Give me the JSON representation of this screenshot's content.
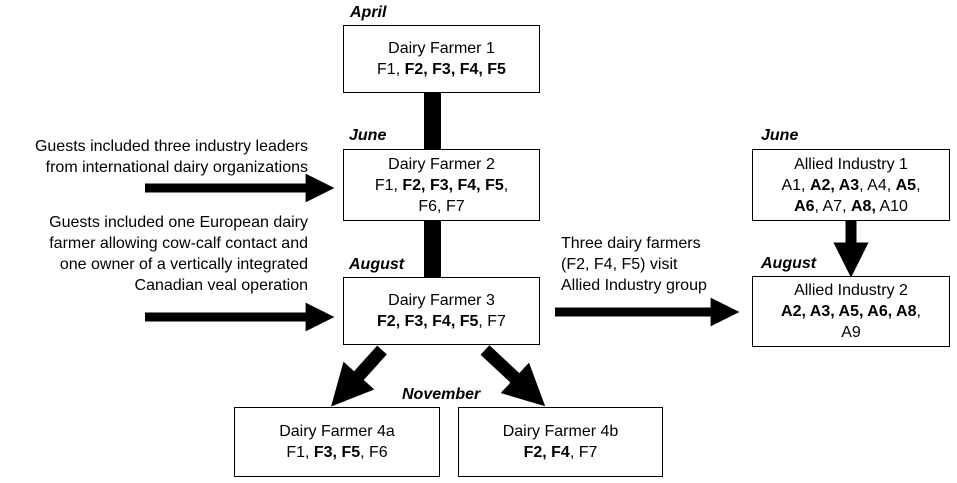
{
  "months": {
    "april": "April",
    "june_left": "June",
    "august_left": "August",
    "november": "November",
    "june_right": "June",
    "august_right": "August"
  },
  "boxes": {
    "df1": {
      "title": "Dairy Farmer 1",
      "lines": [
        [
          [
            "F1, ",
            false
          ],
          [
            "F2, F3, F4, F5",
            true
          ]
        ]
      ]
    },
    "df2": {
      "title": "Dairy Farmer 2",
      "lines": [
        [
          [
            "F1, ",
            false
          ],
          [
            "F2, F3, F4, F5",
            true
          ],
          [
            ",",
            false
          ]
        ],
        [
          [
            "F6, F7",
            false
          ]
        ]
      ]
    },
    "df3": {
      "title": "Dairy Farmer 3",
      "lines": [
        [
          [
            "F2, F3, F4, F5",
            true
          ],
          [
            ", F7",
            false
          ]
        ]
      ]
    },
    "df4a": {
      "title": "Dairy Farmer 4a",
      "lines": [
        [
          [
            "F1, ",
            false
          ],
          [
            "F3, F5",
            true
          ],
          [
            ", F6",
            false
          ]
        ]
      ]
    },
    "df4b": {
      "title": "Dairy Farmer 4b",
      "lines": [
        [
          [
            "F2, F4",
            true
          ],
          [
            ", F7",
            false
          ]
        ]
      ]
    },
    "ai1": {
      "title": "Allied Industry 1",
      "lines": [
        [
          [
            "A1, ",
            false
          ],
          [
            "A2, A3",
            true
          ],
          [
            ", A4, ",
            false
          ],
          [
            "A5",
            true
          ],
          [
            ",",
            false
          ]
        ],
        [
          [
            "A6",
            true
          ],
          [
            ", A7, ",
            false
          ],
          [
            "A8,",
            true
          ],
          [
            " A10",
            false
          ]
        ]
      ]
    },
    "ai2": {
      "title": "Allied Industry 2",
      "lines": [
        [
          [
            "A2, A3, A5, A6, A8",
            true
          ],
          [
            ",",
            false
          ]
        ],
        [
          [
            "A9",
            false
          ]
        ]
      ]
    }
  },
  "notes": {
    "guests1": [
      "Guests included three industry leaders",
      "from international dairy organizations"
    ],
    "guests2": [
      "Guests included one European dairy",
      "farmer allowing cow-calf contact and",
      "one owner of a vertically integrated",
      "Canadian veal operation"
    ],
    "visit": [
      "Three dairy farmers",
      "(F2, F4, F5) visit",
      "Allied Industry group"
    ]
  }
}
